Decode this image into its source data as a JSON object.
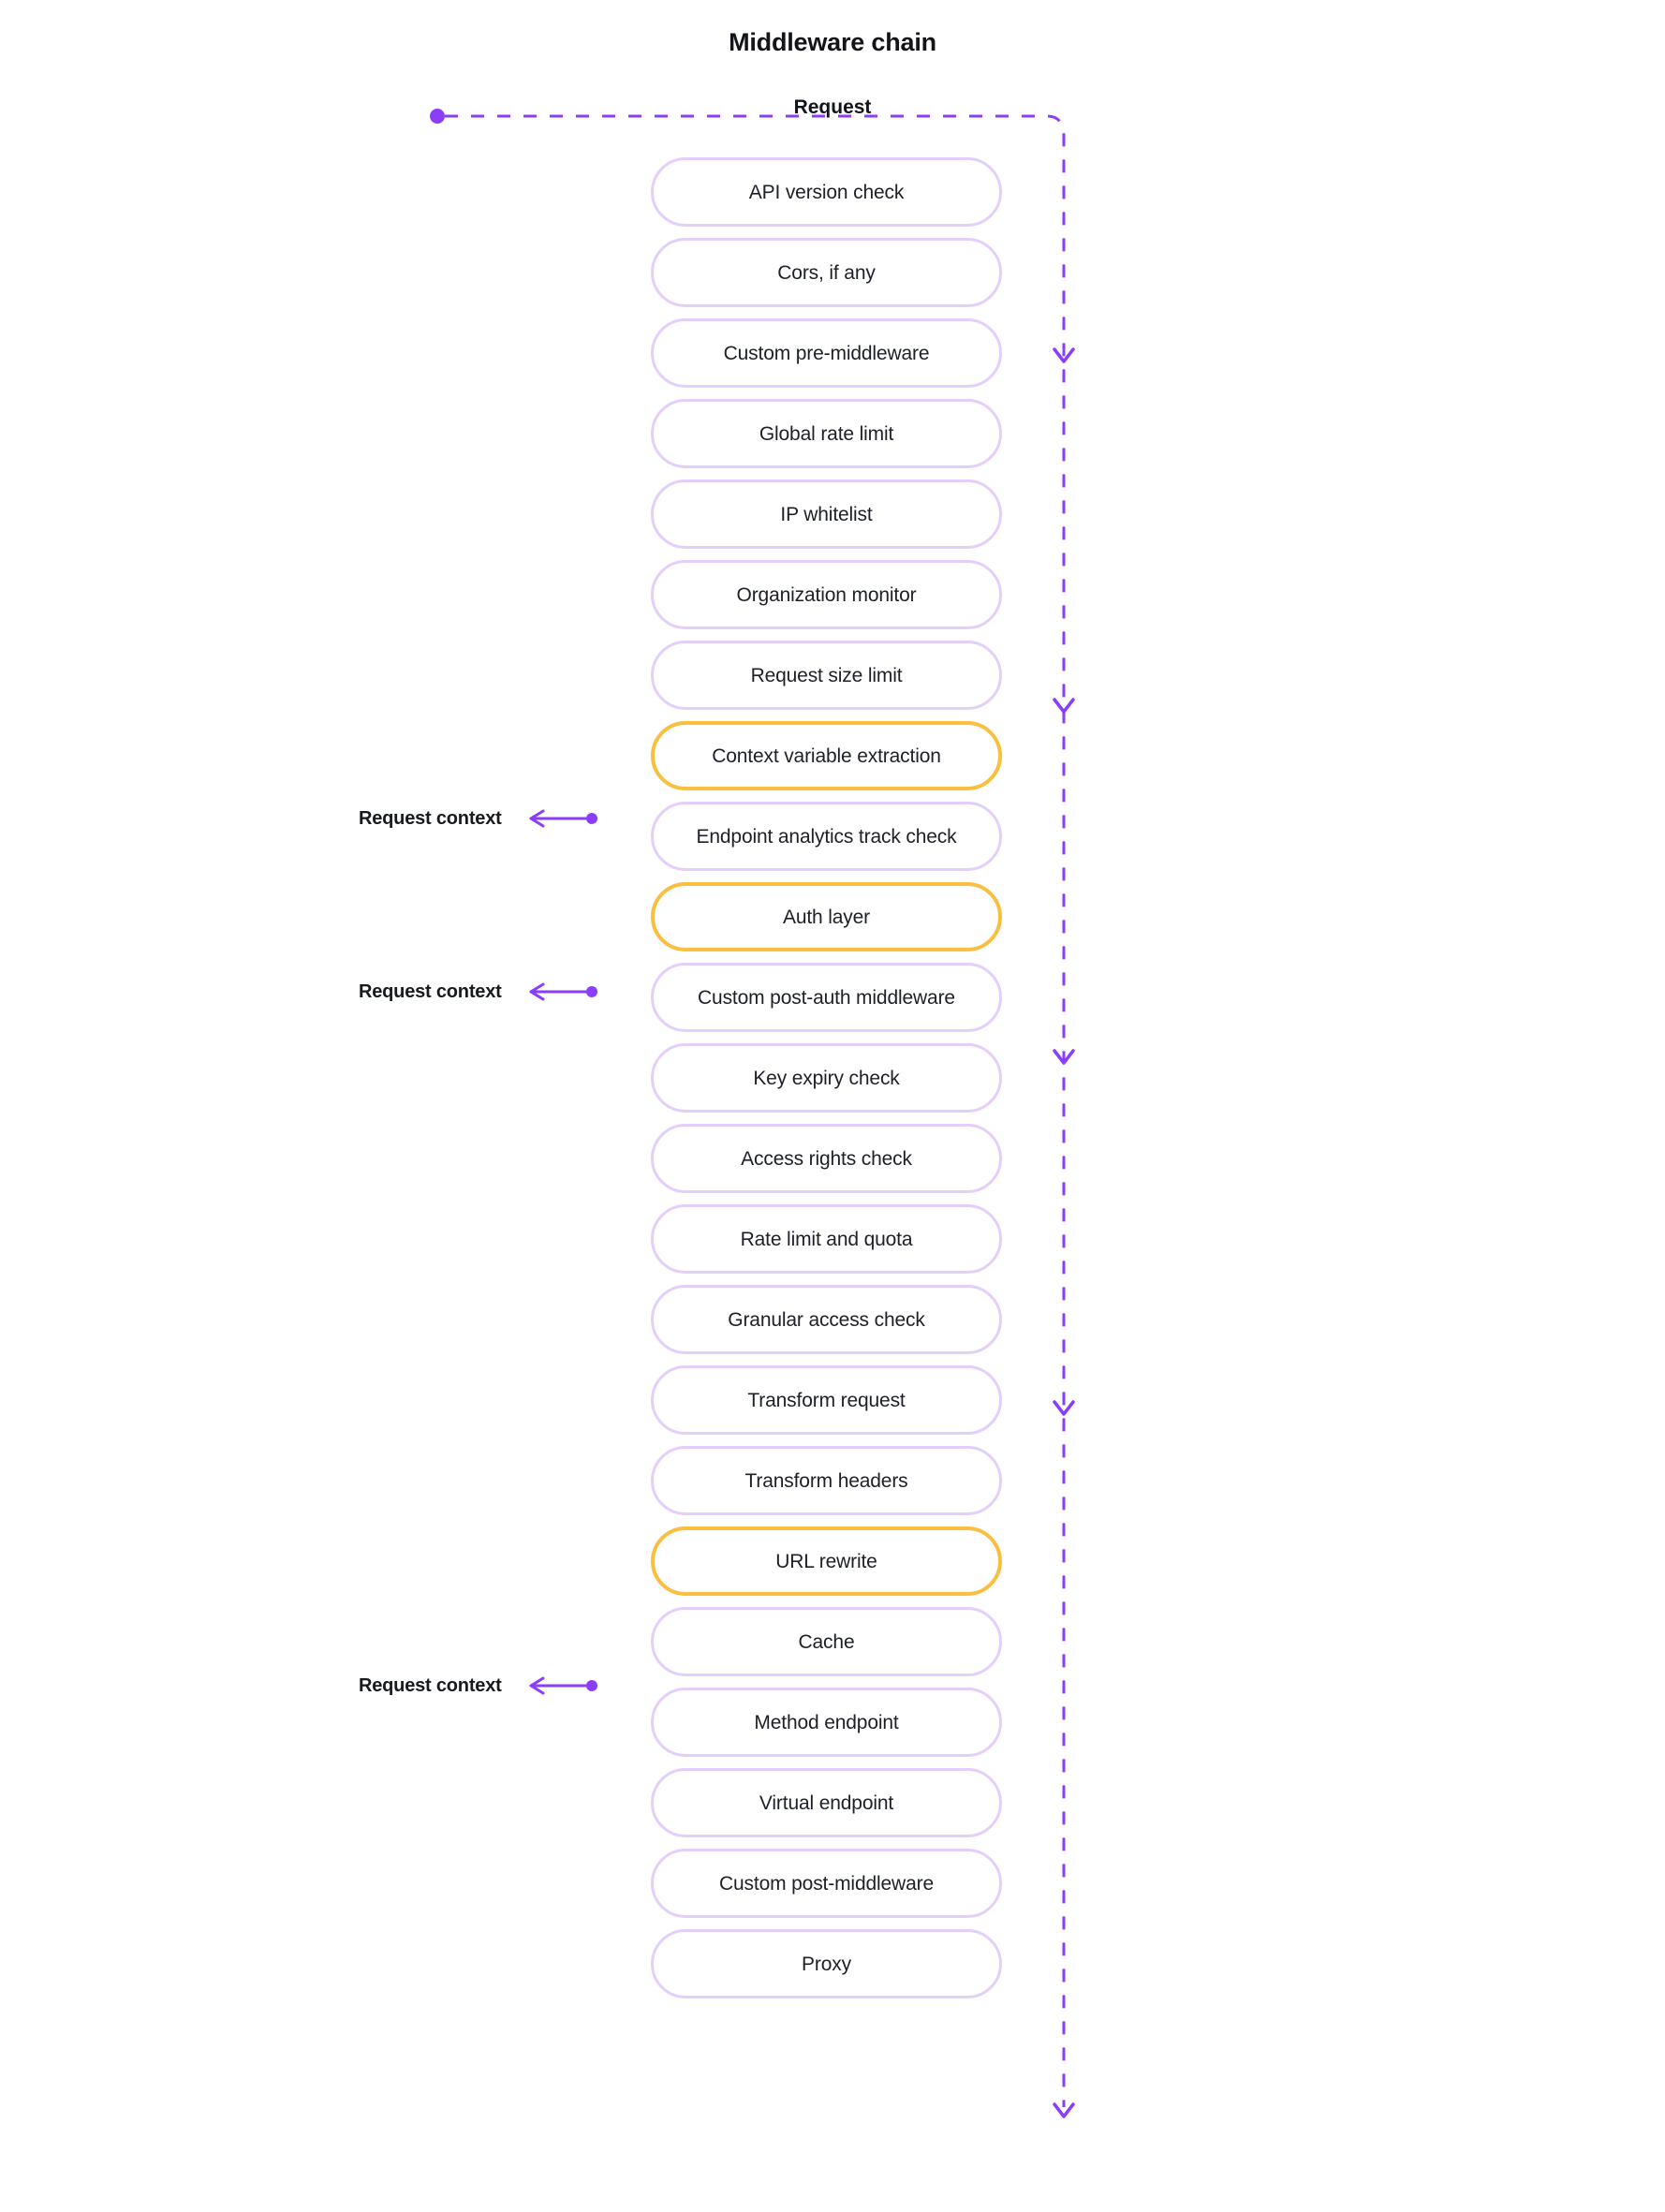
{
  "title": "Middleware chain",
  "colors": {
    "accent_purple": "#8b3dfc",
    "node_border": "#e3cffa",
    "highlight_border": "#fbbf3f",
    "text": "#1d2029",
    "background": "#ffffff"
  },
  "flow": {
    "entry_label": "Request",
    "entry_marker": "start-dot",
    "side_rail": {
      "style": "dashed",
      "color": "#8b3dfc",
      "arrow_count": 4,
      "direction": "down"
    }
  },
  "annotations": [
    {
      "label": "Request context",
      "target": "Context variable extraction",
      "arrow": "left-arrow-with-dot"
    },
    {
      "label": "Request context",
      "target": "Auth layer",
      "arrow": "left-arrow-with-dot"
    },
    {
      "label": "Request context",
      "target": "URL rewrite",
      "arrow": "left-arrow-with-dot"
    }
  ],
  "chain": [
    {
      "label": "API version check",
      "highlight": false
    },
    {
      "label": "Cors, if any",
      "highlight": false
    },
    {
      "label": "Custom pre-middleware",
      "highlight": false
    },
    {
      "label": "Global rate limit",
      "highlight": false
    },
    {
      "label": "IP whitelist",
      "highlight": false
    },
    {
      "label": "Organization monitor",
      "highlight": false
    },
    {
      "label": "Request size limit",
      "highlight": false
    },
    {
      "label": "Context variable extraction",
      "highlight": true
    },
    {
      "label": "Endpoint analytics track check",
      "highlight": false
    },
    {
      "label": "Auth layer",
      "highlight": true
    },
    {
      "label": "Custom post-auth middleware",
      "highlight": false
    },
    {
      "label": "Key expiry check",
      "highlight": false
    },
    {
      "label": "Access rights check",
      "highlight": false
    },
    {
      "label": "Rate limit and quota",
      "highlight": false
    },
    {
      "label": "Granular access check",
      "highlight": false
    },
    {
      "label": "Transform request",
      "highlight": false
    },
    {
      "label": "Transform headers",
      "highlight": false
    },
    {
      "label": "URL rewrite",
      "highlight": true
    },
    {
      "label": "Cache",
      "highlight": false
    },
    {
      "label": "Method endpoint",
      "highlight": false
    },
    {
      "label": "Virtual endpoint",
      "highlight": false
    },
    {
      "label": "Custom post-middleware",
      "highlight": false
    },
    {
      "label": "Proxy",
      "highlight": false
    }
  ]
}
